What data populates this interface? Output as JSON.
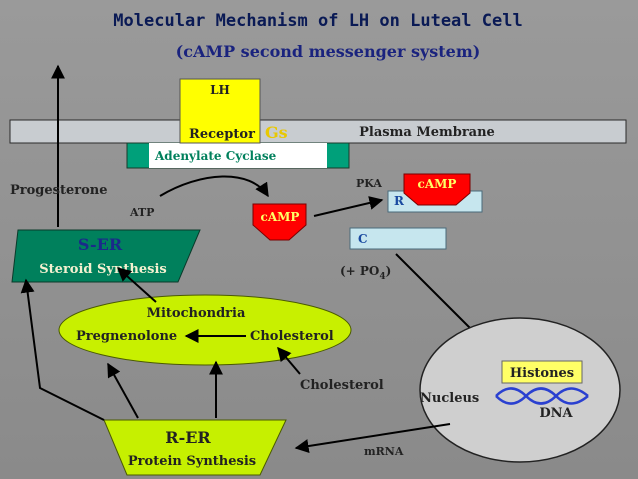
{
  "title": "Molecular Mechanism of LH on Luteal Cell",
  "subtitle": "(cAMP  second messenger system)",
  "labels": {
    "lh": "LH",
    "receptor": "Receptor",
    "gs": "Gs",
    "plasma_membrane": "Plasma Membrane",
    "adenylate_cyclase": "Adenylate Cyclase",
    "progesterone": "Progesterone",
    "atp": "ATP",
    "camp_center": "cAMP",
    "pka": "PKA",
    "camp_pka": "cAMP",
    "r_unit": "R",
    "c_unit": "C",
    "phosphate": "(+ PO",
    "phosphate_sub": "4",
    "phosphate_close": ")",
    "ser_title": "S-ER",
    "ser_sub": "Steroid Synthesis",
    "mitochondria": "Mitochondria",
    "pregnenolone": "Pregnenolone",
    "cholesterol_mito": "Cholesterol",
    "cholesterol": "Cholesterol",
    "nucleus": "Nucleus",
    "histones": "Histones",
    "dna": "DNA",
    "rer_title": "R-ER",
    "rer_sub": "Protein Synthesis",
    "mrna": "mRNA"
  },
  "colors": {
    "title": "#0a1a55",
    "subtitle": "#1a237e",
    "lh_box": "#ffff00",
    "membrane": "#c8ccd0",
    "adenylate": "#00a07a",
    "camp": "#ff0000",
    "camp_text": "#ffff66",
    "pka_unit": "#c6e6ee",
    "unit_text": "#1a4aa0",
    "ser_fill": "#00805c",
    "ser_title": "#1a2a8a",
    "ser_sub": "#f4f0d0",
    "mito_fill": "#c8f000",
    "nucleus": "#cfcfcf",
    "histones": "#ffff66",
    "rer_fill": "#c6f000",
    "dna": "#2a40d0"
  }
}
